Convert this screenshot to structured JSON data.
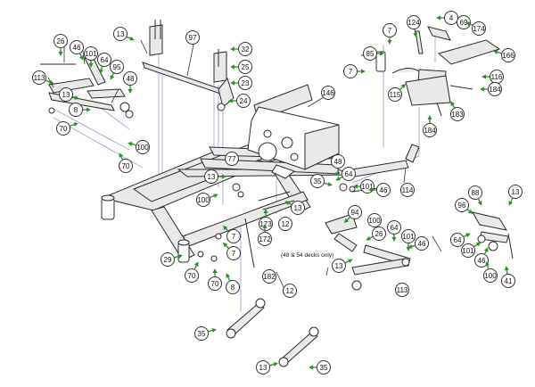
{
  "diagram": {
    "note": "(48 & 54 decks only)",
    "accent_color": "#2e8b2e",
    "callouts": [
      {
        "id": "c1",
        "label": "26"
      },
      {
        "id": "c2",
        "label": "46"
      },
      {
        "id": "c3",
        "label": "101"
      },
      {
        "id": "c4",
        "label": "64"
      },
      {
        "id": "c5",
        "label": "95"
      },
      {
        "id": "c6",
        "label": "113"
      },
      {
        "id": "c7",
        "label": "13"
      },
      {
        "id": "c8",
        "label": "8"
      },
      {
        "id": "c9",
        "label": "48"
      },
      {
        "id": "c10",
        "label": "70"
      },
      {
        "id": "c11",
        "label": "100"
      },
      {
        "id": "c12",
        "label": "70"
      },
      {
        "id": "c13",
        "label": "13"
      },
      {
        "id": "c14",
        "label": "97"
      },
      {
        "id": "c15",
        "label": "32"
      },
      {
        "id": "c16",
        "label": "25"
      },
      {
        "id": "c17",
        "label": "23"
      },
      {
        "id": "c18",
        "label": "24"
      },
      {
        "id": "c19",
        "label": "146"
      },
      {
        "id": "c20",
        "label": "7"
      },
      {
        "id": "c21",
        "label": "85"
      },
      {
        "id": "c22",
        "label": "7"
      },
      {
        "id": "c23",
        "label": "115"
      },
      {
        "id": "c24",
        "label": "124"
      },
      {
        "id": "c25",
        "label": "4"
      },
      {
        "id": "c26",
        "label": "69"
      },
      {
        "id": "c27",
        "label": "174"
      },
      {
        "id": "c28",
        "label": "166"
      },
      {
        "id": "c29",
        "label": "116"
      },
      {
        "id": "c30",
        "label": "184"
      },
      {
        "id": "c31",
        "label": "183"
      },
      {
        "id": "c32",
        "label": "184"
      },
      {
        "id": "c33",
        "label": "77"
      },
      {
        "id": "c34",
        "label": "13"
      },
      {
        "id": "c35",
        "label": "100"
      },
      {
        "id": "c36",
        "label": "48"
      },
      {
        "id": "c37",
        "label": "64"
      },
      {
        "id": "c38",
        "label": "101"
      },
      {
        "id": "c39",
        "label": "46"
      },
      {
        "id": "c40",
        "label": "114"
      },
      {
        "id": "c41",
        "label": "35"
      },
      {
        "id": "c42",
        "label": "13"
      },
      {
        "id": "c43",
        "label": "12"
      },
      {
        "id": "c44",
        "label": "94"
      },
      {
        "id": "c45",
        "label": "173"
      },
      {
        "id": "c46",
        "label": "100"
      },
      {
        "id": "c47",
        "label": "26"
      },
      {
        "id": "c48",
        "label": "64"
      },
      {
        "id": "c49",
        "label": "101"
      },
      {
        "id": "c50",
        "label": "46"
      },
      {
        "id": "c51",
        "label": "7"
      },
      {
        "id": "c52",
        "label": "7"
      },
      {
        "id": "c53",
        "label": "172"
      },
      {
        "id": "c54",
        "label": "182"
      },
      {
        "id": "c55",
        "label": "29"
      },
      {
        "id": "c56",
        "label": "70"
      },
      {
        "id": "c57",
        "label": "70"
      },
      {
        "id": "c58",
        "label": "8"
      },
      {
        "id": "c59",
        "label": "12"
      },
      {
        "id": "c60",
        "label": "13"
      },
      {
        "id": "c61",
        "label": "113"
      },
      {
        "id": "c62",
        "label": "88"
      },
      {
        "id": "c63",
        "label": "13"
      },
      {
        "id": "c64",
        "label": "96"
      },
      {
        "id": "c65",
        "label": "64"
      },
      {
        "id": "c66",
        "label": "101"
      },
      {
        "id": "c67",
        "label": "46"
      },
      {
        "id": "c68",
        "label": "100"
      },
      {
        "id": "c69",
        "label": "41"
      },
      {
        "id": "c70",
        "label": "35"
      },
      {
        "id": "c71",
        "label": "13"
      },
      {
        "id": "c72",
        "label": "35"
      }
    ]
  }
}
